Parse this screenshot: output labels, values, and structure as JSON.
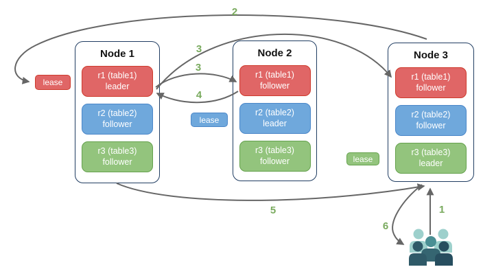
{
  "diagram": {
    "nodes": [
      {
        "title": "Node 1",
        "replicas": [
          {
            "line1": "r1 (table1)",
            "line2": "leader"
          },
          {
            "line1": "r2 (table2)",
            "line2": "follower"
          },
          {
            "line1": "r3 (table3)",
            "line2": "follower"
          }
        ]
      },
      {
        "title": "Node 2",
        "replicas": [
          {
            "line1": "r1 (table1)",
            "line2": "follower"
          },
          {
            "line1": "r2 (table2)",
            "line2": "leader"
          },
          {
            "line1": "r3 (table3)",
            "line2": "follower"
          }
        ]
      },
      {
        "title": "Node 3",
        "replicas": [
          {
            "line1": "r1 (table1)",
            "line2": "follower"
          },
          {
            "line1": "r2 (table2)",
            "line2": "follower"
          },
          {
            "line1": "r3 (table3)",
            "line2": "leader"
          }
        ]
      }
    ],
    "leases": {
      "table1": "lease",
      "table2": "lease",
      "table3": "lease"
    },
    "steps": {
      "s1": "1",
      "s2": "2",
      "s3a": "3",
      "s3b": "3",
      "s4": "4",
      "s5": "5",
      "s6": "6"
    },
    "icons": {
      "clients": "users-group-icon"
    },
    "colors": {
      "replica_red_fill": "#e06666",
      "replica_red_border": "#cd3a2c",
      "replica_blue_fill": "#6fa8dc",
      "replica_blue_border": "#4a86c8",
      "replica_green_fill": "#93c47d",
      "replica_green_border": "#64a14c",
      "node_border": "#1f3c61",
      "arrow": "#666666",
      "step_label": "#79aa5e",
      "clients_back": "#9dd0cc",
      "clients_mid_head": "#4a8f94",
      "clients_mid_body": "#356571",
      "clients_front_left": "#2f5a68",
      "clients_front_right": "#274e5f"
    }
  }
}
